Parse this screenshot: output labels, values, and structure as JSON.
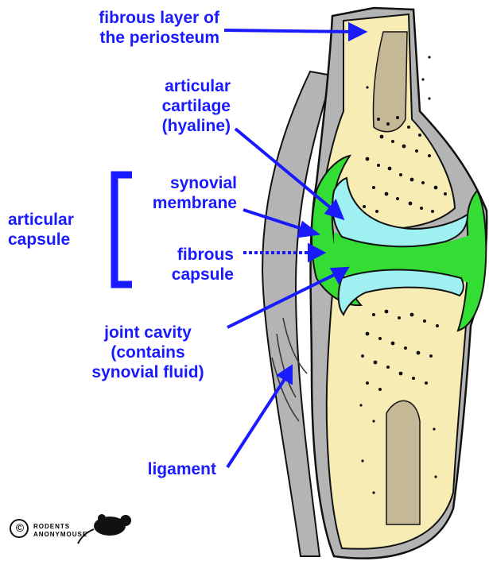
{
  "labels": {
    "periosteum": [
      "fibrous layer of",
      "the periosteum"
    ],
    "cartilage": [
      "articular",
      "cartilage",
      "(hyaline)"
    ],
    "synovial_membrane": [
      "synovial",
      "membrane"
    ],
    "capsule": [
      "articular",
      "capsule"
    ],
    "fibrous_capsule": [
      "fibrous",
      "capsule"
    ],
    "joint_cavity": [
      "joint cavity",
      "(contains",
      "synovial fluid)"
    ],
    "ligament": "ligament"
  },
  "logo": {
    "symbol": "©",
    "line1": "RODENTS",
    "line2": "ANONYMOUSE"
  },
  "colors": {
    "label": "#1a1aff",
    "bone": "#f7ecb4",
    "cartilage": "#9ff0f0",
    "synovial": "#33dd33",
    "periosteum": "#b4b4b4",
    "outline": "#111111"
  }
}
